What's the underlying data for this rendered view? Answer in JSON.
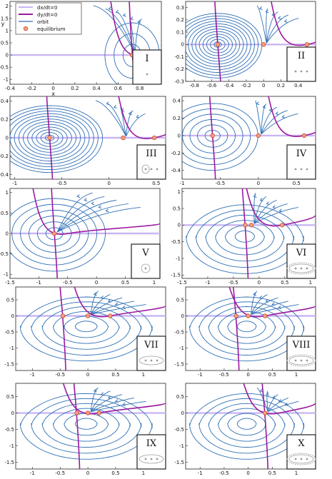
{
  "colors": {
    "dxdt_nullcline": "#c9b6f3",
    "dydt_nullcline": "#9b1aa0",
    "orbit": "#2f6fb5",
    "equilibrium_fill": "#f4a07a",
    "equilibrium_edge": "#c0392b",
    "inset_mark": "#9a9a9a"
  },
  "legend": {
    "entries": [
      {
        "label": "dx/dt=0",
        "kind": "dxdt"
      },
      {
        "label": "dy/dt=0",
        "kind": "dydt"
      },
      {
        "label": "orbit",
        "kind": "orbit"
      },
      {
        "label": "equilibrium",
        "kind": "eq"
      }
    ]
  },
  "chart_data": [
    {
      "type": "line",
      "panel": "I",
      "xlabel": "x",
      "ylabel": "y",
      "xlim": [
        -0.4,
        1.0
      ],
      "ylim": [
        -1.2,
        2.2
      ],
      "xticks": [
        "-0.4",
        "-0.2",
        "0",
        "0.2",
        "0.4",
        "0.6",
        "0.8"
      ],
      "yticks": [
        "-1",
        "-0.5",
        "0",
        "0.5",
        "1",
        "1.5",
        "2"
      ],
      "equilibria": [
        {
          "x": 0.73,
          "y": 0.0
        }
      ],
      "inset": {
        "dots": 1,
        "loops": 0
      }
    },
    {
      "type": "line",
      "panel": "II",
      "xlim": [
        -0.9,
        0.6
      ],
      "ylim": [
        -0.3,
        0.35
      ],
      "xticks": [
        "-0.8",
        "-0.6",
        "-0.4",
        "-0.2",
        "0",
        "0.2",
        "0.4"
      ],
      "yticks": [
        "-0.3",
        "-0.2",
        "-0.1",
        "0",
        "0.1",
        "0.2",
        "0.3"
      ],
      "equilibria": [
        {
          "x": -0.53,
          "y": 0.0
        },
        {
          "x": 0.0,
          "y": 0.0
        },
        {
          "x": 0.5,
          "y": 0.0
        }
      ],
      "inset": {
        "dots": 3,
        "loops": 0
      }
    },
    {
      "type": "line",
      "panel": "III",
      "xlim": [
        -1.05,
        0.6
      ],
      "ylim": [
        -0.45,
        0.45
      ],
      "xticks": [
        "-1",
        "-0.5",
        "0",
        "0.5"
      ],
      "yticks": [
        "-0.4",
        "-0.2",
        "0",
        "0.2",
        "0.4"
      ],
      "equilibria": [
        {
          "x": -0.63,
          "y": 0.0
        },
        {
          "x": 0.15,
          "y": 0.0
        },
        {
          "x": 0.48,
          "y": 0.0
        }
      ],
      "inset": {
        "dots": 3,
        "loops": 1
      }
    },
    {
      "type": "line",
      "panel": "IV",
      "xlim": [
        -1.0,
        0.75
      ],
      "ylim": [
        -0.5,
        0.45
      ],
      "xticks": [
        "-1",
        "-0.5",
        "0",
        "0.5"
      ],
      "yticks": [
        "-0.4",
        "-0.2",
        "0",
        "0.2",
        "0.4"
      ],
      "equilibria": [
        {
          "x": -0.6,
          "y": 0.0
        },
        {
          "x": 0.0,
          "y": 0.0
        },
        {
          "x": 0.6,
          "y": 0.0
        }
      ],
      "inset": {
        "dots": 3,
        "loops": 0
      }
    },
    {
      "type": "line",
      "panel": "V",
      "xlim": [
        -1.5,
        1.1
      ],
      "ylim": [
        -1.1,
        1.1
      ],
      "xticks": [
        "-1.5",
        "-1",
        "-0.5",
        "0",
        "0.5",
        "1"
      ],
      "yticks": [
        "-1",
        "-0.5",
        "0",
        "0.5",
        "1"
      ],
      "equilibria": [
        {
          "x": -0.73,
          "y": 0.0
        }
      ],
      "inset": {
        "dots": 1,
        "loops": 1
      }
    },
    {
      "type": "line",
      "panel": "VI",
      "xlim": [
        -1.5,
        1.1
      ],
      "ylim": [
        -1.6,
        1.1
      ],
      "xticks": [
        "-1.5",
        "-1",
        "-0.5",
        "0",
        "0.5",
        "1"
      ],
      "yticks": [
        "-1.5",
        "-1",
        "-0.5",
        "0",
        "0.5",
        "1"
      ],
      "equilibria": [
        {
          "x": -0.27,
          "y": 0.0
        },
        {
          "x": -0.15,
          "y": 0.0
        },
        {
          "x": 0.45,
          "y": 0.0
        }
      ],
      "inset": {
        "dots": 3,
        "loops": 2
      }
    },
    {
      "type": "line",
      "panel": "VII",
      "xlim": [
        -1.3,
        1.4
      ],
      "ylim": [
        -1.7,
        0.9
      ],
      "xticks": [
        "-1",
        "-0.5",
        "0",
        "0.5",
        "1"
      ],
      "yticks": [
        "-1.5",
        "-1",
        "-0.5",
        "0",
        "0.5"
      ],
      "equilibria": [
        {
          "x": -0.45,
          "y": 0.0
        },
        {
          "x": 0.0,
          "y": 0.0
        },
        {
          "x": 0.4,
          "y": 0.0
        }
      ],
      "inset": {
        "dots": 3,
        "loops": 1
      }
    },
    {
      "type": "line",
      "panel": "VIII",
      "xlim": [
        -1.3,
        1.4
      ],
      "ylim": [
        -1.7,
        0.9
      ],
      "xticks": [
        "-1",
        "-0.5",
        "0",
        "0.5",
        "1"
      ],
      "yticks": [
        "-1.5",
        "-1",
        "-0.5",
        "0",
        "0.5"
      ],
      "equilibria": [
        {
          "x": -0.25,
          "y": 0.0
        },
        {
          "x": 0.0,
          "y": 0.0
        },
        {
          "x": 0.35,
          "y": 0.0
        }
      ],
      "inset": {
        "dots": 3,
        "loops": 2
      }
    },
    {
      "type": "line",
      "panel": "IX",
      "xlim": [
        -1.3,
        1.4
      ],
      "ylim": [
        -1.7,
        0.9
      ],
      "xticks": [
        "-1",
        "-0.5",
        "0",
        "0.5",
        "1"
      ],
      "yticks": [
        "-1.5",
        "-1",
        "-0.5",
        "0",
        "0.5"
      ],
      "equilibria": [
        {
          "x": -0.2,
          "y": 0.0
        },
        {
          "x": 0.0,
          "y": 0.0
        },
        {
          "x": 0.2,
          "y": 0.0
        }
      ],
      "inset": {
        "dots": 3,
        "loops": 1
      }
    },
    {
      "type": "line",
      "panel": "X",
      "xlim": [
        -1.3,
        1.4
      ],
      "ylim": [
        -1.7,
        0.9
      ],
      "xticks": [
        "-1",
        "-0.5",
        "0",
        "0.5",
        "1"
      ],
      "yticks": [
        "-1.5",
        "-1",
        "-0.5",
        "0",
        "0.5"
      ],
      "equilibria": [
        {
          "x": 0.35,
          "y": 0.0
        }
      ],
      "inset": {
        "dots": 3,
        "loops": 2
      }
    }
  ]
}
